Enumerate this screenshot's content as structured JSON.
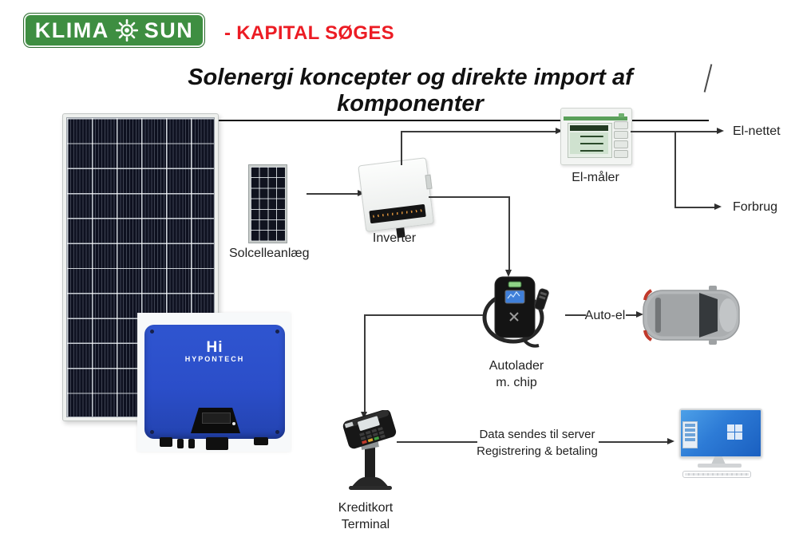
{
  "slide": {
    "logo": {
      "text_left": "KLIMA",
      "text_right": "SUN",
      "icon": "sun-icon",
      "bg_color": "#3e8e41"
    },
    "tagline": "- KAPITAL SØGES",
    "title": "Solenergi koncepter og direkte import af komponenter"
  },
  "labels": {
    "solcelleanlaeg": "Solcelleanlæg",
    "inverter": "Inverter",
    "el_maler": "El-måler",
    "el_nettet": "El-nettet",
    "forbrug": "Forbrug",
    "autolader_line1": "Autolader",
    "autolader_line2": "m. chip",
    "auto_el": "Auto-el",
    "kreditkort_line1": "Kreditkort",
    "kreditkort_line2": "Terminal",
    "server_line1": "Data sendes til server",
    "server_line2": "Registrering & betaling"
  },
  "devices": {
    "hypontech": {
      "logo": "Hi",
      "brand": "HYPONTECH"
    }
  },
  "colors": {
    "logo_green": "#3e8e41",
    "tagline_red": "#ec1c24",
    "hypontech_blue": "#2b4ec9",
    "connector_line": "#3b3b3b",
    "solar_cell_dark": "#0e1120"
  }
}
